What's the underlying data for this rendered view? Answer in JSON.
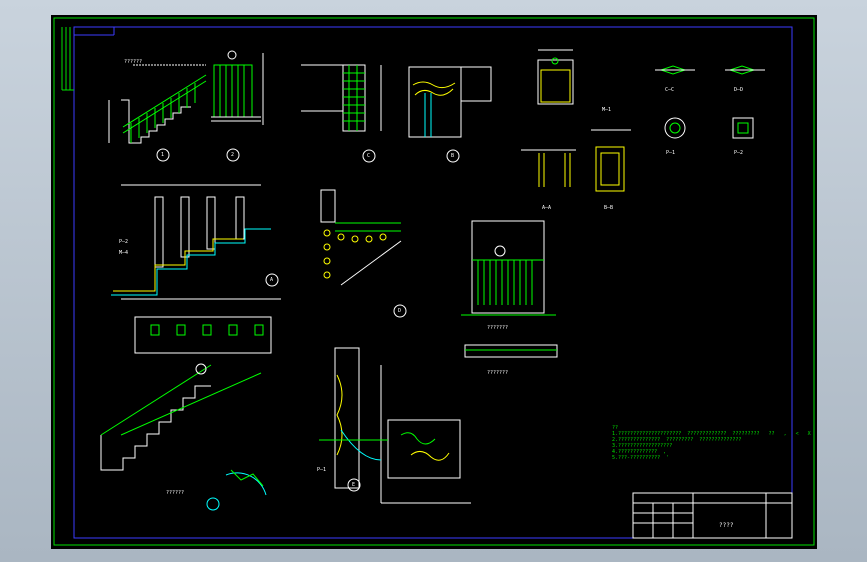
{
  "colors": {
    "background": "#000000",
    "frame": "#00e000",
    "inner_frame": "#3c3cff",
    "text": "#ffffff",
    "detail_green": "#00ff00",
    "detail_yellow": "#ffff00",
    "detail_cyan": "#00ffff",
    "detail_magenta": "#ff00ff",
    "window_chrome": "#b8c4d0"
  },
  "drawing": {
    "view_labels": {
      "aa": "A—A",
      "bb": "B—B",
      "cc": "C—C",
      "dd": "D—D",
      "m1": "M—1",
      "p1": "P—1",
      "p2": "P—2",
      "p2_left": "P—2",
      "m4_left": "M—4",
      "p1_bottom": "P—1"
    },
    "callouts": {
      "a": "A",
      "b": "B",
      "c": "C",
      "d": "D",
      "e": "E",
      "one": "1",
      "two": "2"
    },
    "captions": {
      "handrail_detail": "??????",
      "bottom_left": "??????",
      "middle": "???????",
      "middle_lower": "???????"
    },
    "notes": "??\n1.?????????????????????  ?????????????  ?????????   ??   ,   <   X\n2.??????????????  ?????????  ??????????????\n3.??????????????????\n4.?????????????  ,\n5.???-??????????  '",
    "title_block": {
      "title": "????"
    }
  }
}
